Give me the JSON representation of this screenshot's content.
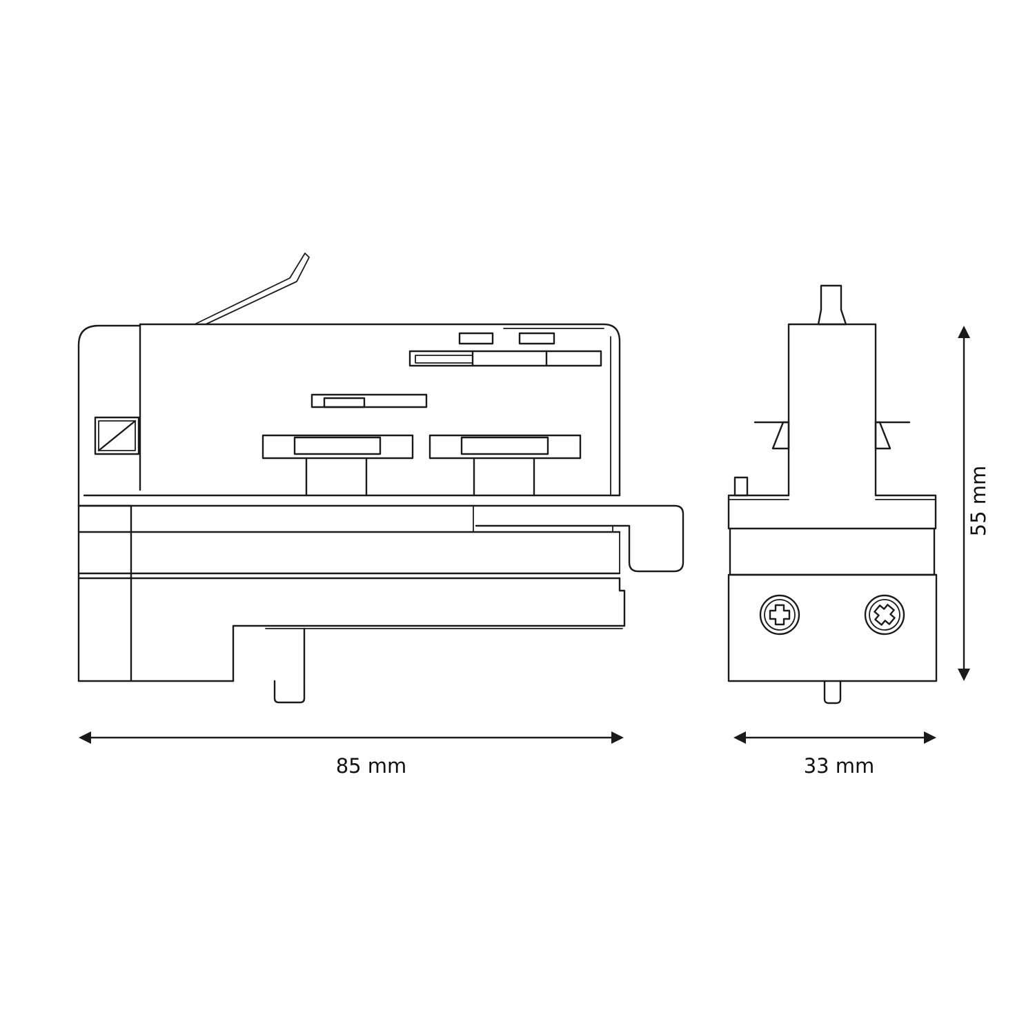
{
  "dimensions": {
    "width_front": "85 mm",
    "width_side": "33 mm",
    "height": "55 mm"
  },
  "colors": {
    "line": "#1a1a1a",
    "background": "#ffffff"
  }
}
